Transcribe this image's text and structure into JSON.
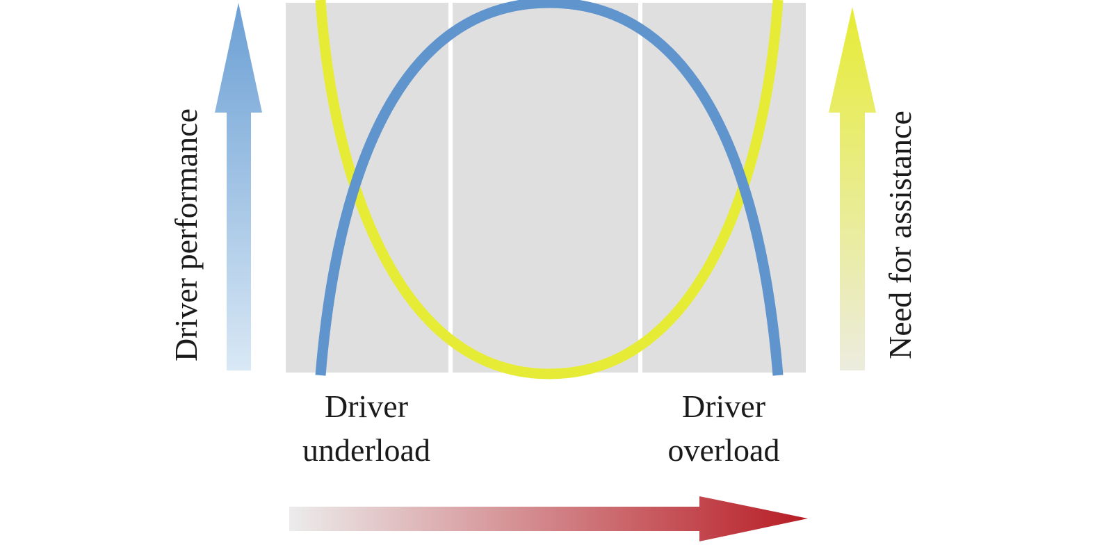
{
  "diagram": {
    "left_axis_label": "Driver performance",
    "right_axis_label": "Need for assistance",
    "underload_label_line1": "Driver",
    "underload_label_line2": "underload",
    "overload_label_line1": "Driver",
    "overload_label_line2": "overload",
    "zone_count": 3
  },
  "colors": {
    "zone_background": "#e0dfe0",
    "zone_divider": "#ffffff",
    "performance_curve": "#5f94cd",
    "assistance_curve": "#e6ec35",
    "performance_arrow_top": "#6b9fd4",
    "performance_arrow_bottom": "#d9e8f5",
    "assistance_arrow_top": "#e6ec35",
    "assistance_arrow_bottom": "#ececdf",
    "workload_arrow_start": "#ececec",
    "workload_arrow_end": "#b71c24"
  }
}
